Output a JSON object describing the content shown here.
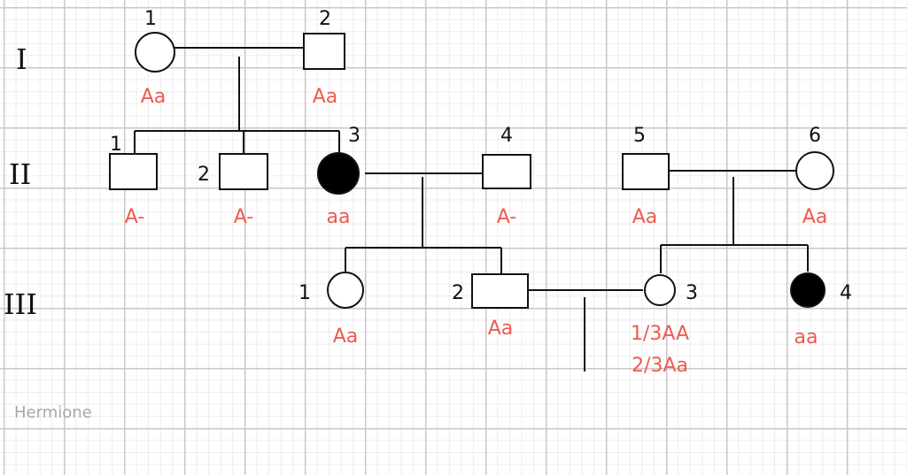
{
  "generations": [
    {
      "label": "I"
    },
    {
      "label": "II"
    },
    {
      "label": "III"
    }
  ],
  "individuals": {
    "I1": {
      "number": "1",
      "sex": "female",
      "affected": false,
      "genotype": "Aa"
    },
    "I2": {
      "number": "2",
      "sex": "male",
      "affected": false,
      "genotype": "Aa"
    },
    "II1": {
      "number": "1",
      "sex": "male",
      "affected": false,
      "genotype": "A-"
    },
    "II2": {
      "number": "2",
      "sex": "male",
      "affected": false,
      "genotype": "A-"
    },
    "II3": {
      "number": "3",
      "sex": "female",
      "affected": true,
      "genotype": "aa"
    },
    "II4": {
      "number": "4",
      "sex": "male",
      "affected": false,
      "genotype": "A-"
    },
    "II5": {
      "number": "5",
      "sex": "male",
      "affected": false,
      "genotype": "Aa"
    },
    "II6": {
      "number": "6",
      "sex": "female",
      "affected": false,
      "genotype": "Aa"
    },
    "III1": {
      "number": "1",
      "sex": "female",
      "affected": false,
      "genotype": "Aa"
    },
    "III2": {
      "number": "2",
      "sex": "male",
      "affected": false,
      "genotype": "Aa"
    },
    "III3": {
      "number": "3",
      "sex": "female",
      "affected": false,
      "genotype": "1/3AA",
      "genotype_line2": "2/3Aa"
    },
    "III4": {
      "number": "4",
      "sex": "female",
      "affected": true,
      "genotype": "aa"
    }
  },
  "watermark": "Hermione",
  "colors": {
    "genotype": "#ee5b4e",
    "line": "#111111",
    "affected_fill": "#000000",
    "grid": "#c8c8c8"
  }
}
